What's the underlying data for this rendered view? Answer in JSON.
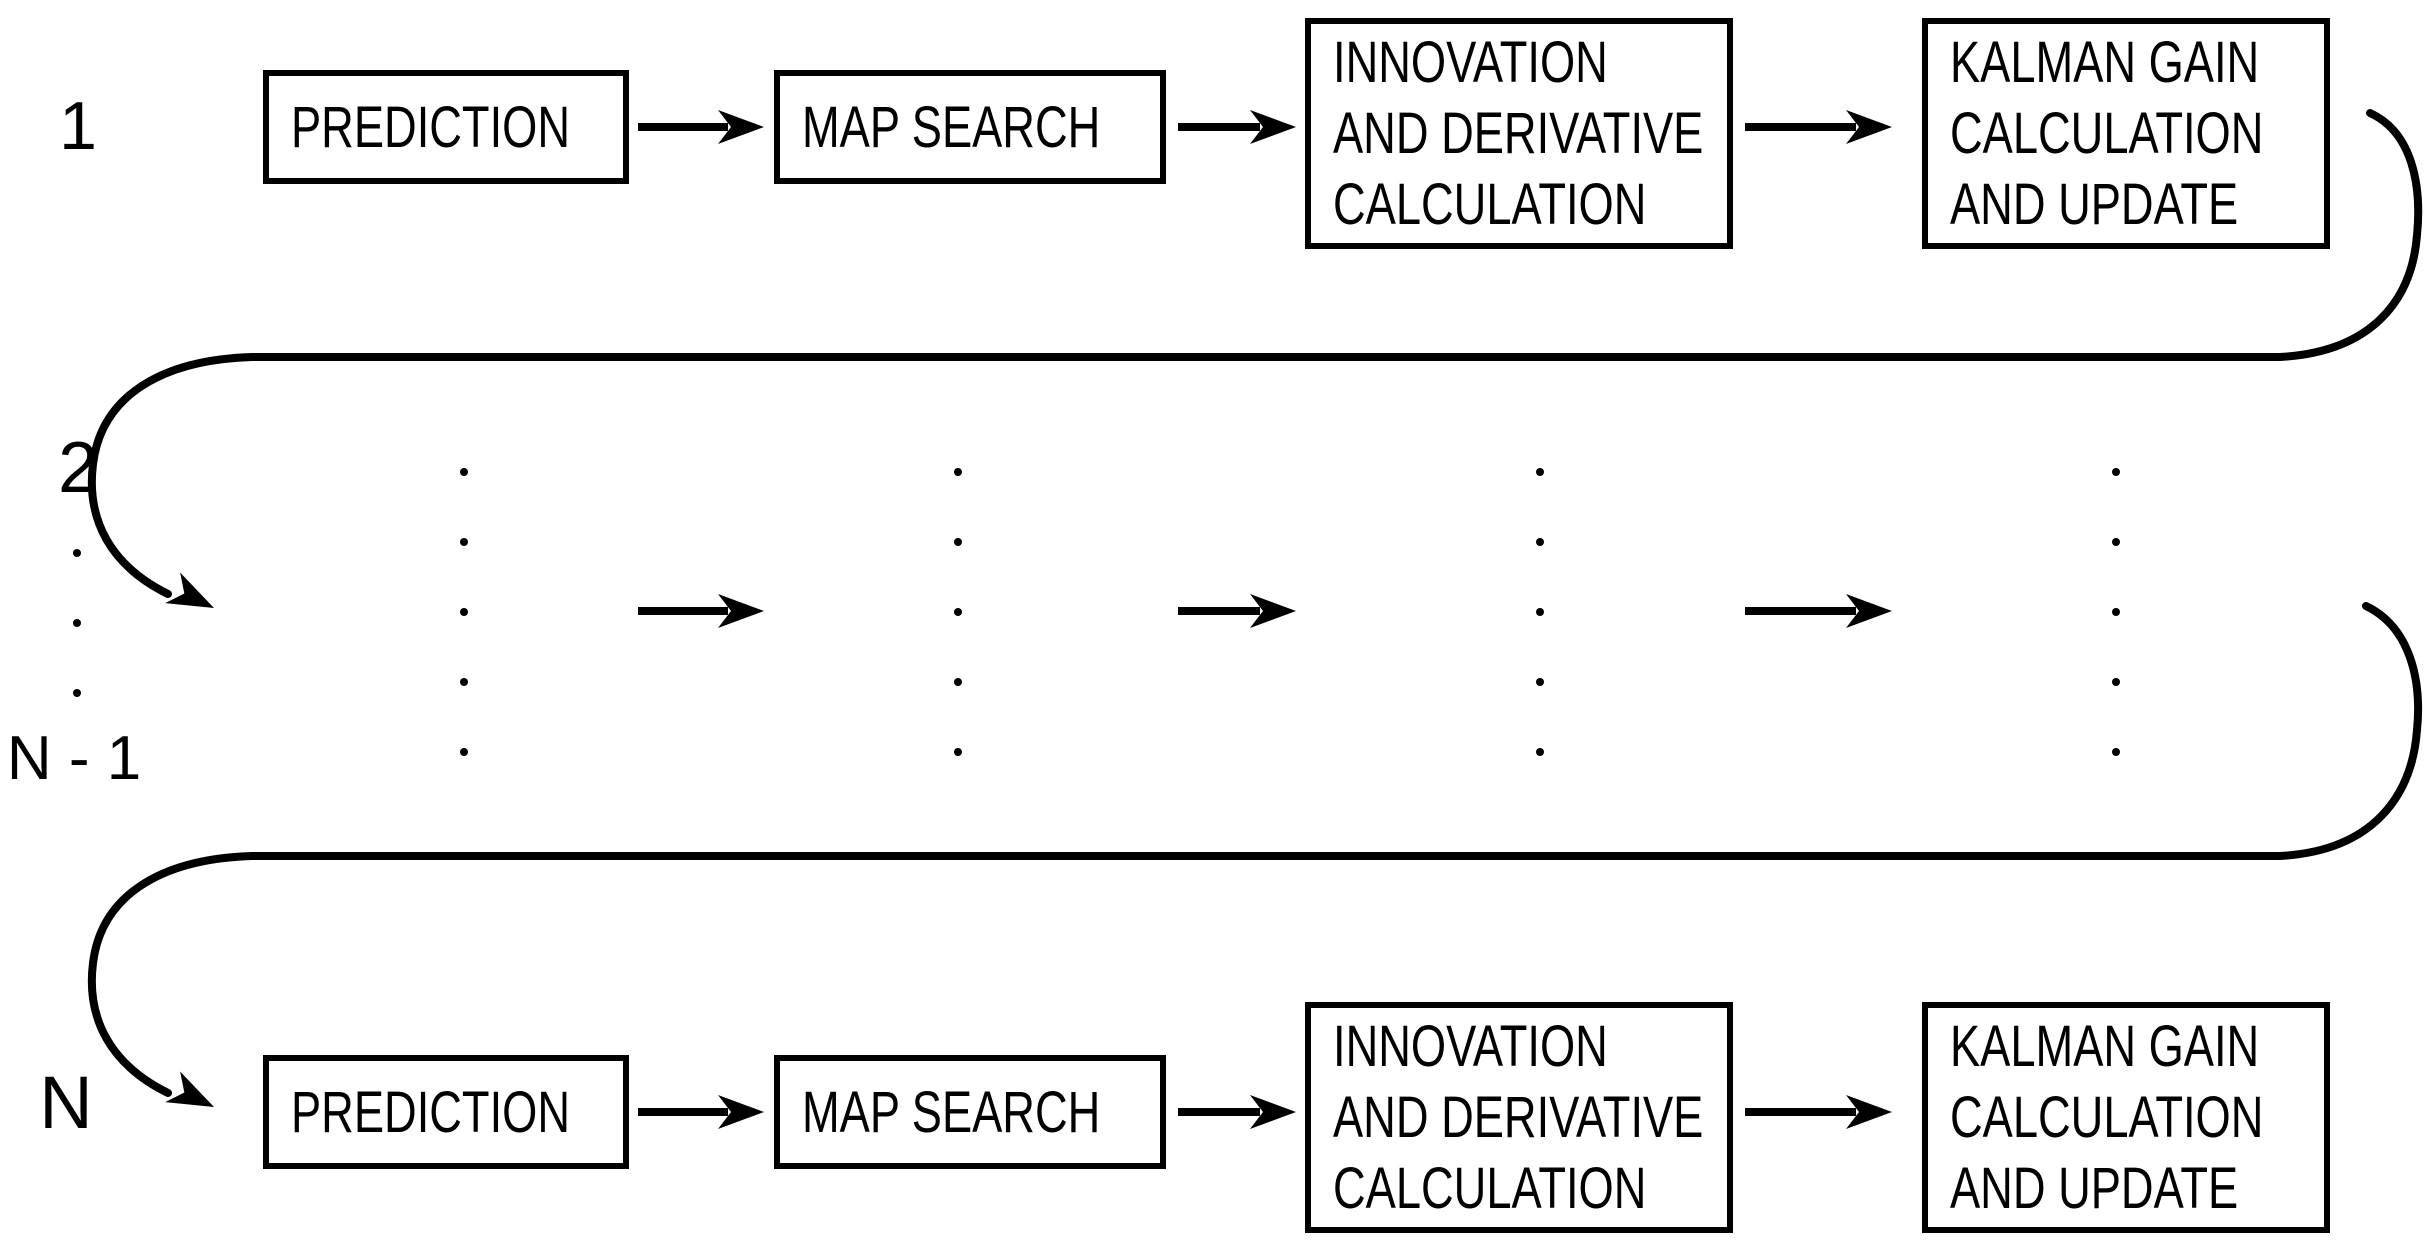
{
  "figure": {
    "type": "flow-diagram",
    "background_color": "#ffffff",
    "stroke_color": "#000000",
    "iteration_labels": {
      "first": "1",
      "second": "2",
      "second_last": "N - 1",
      "last": "N"
    },
    "stages": {
      "prediction": "PREDICTION",
      "map_search": "MAP SEARCH",
      "innovation": [
        "INNOVATION",
        "AND DERIVATIVE",
        "CALCULATION"
      ],
      "kalman": [
        "KALMAN GAIN",
        "CALCULATION",
        "AND UPDATE"
      ]
    },
    "middle_band": {
      "ellipsis_column_count": 4,
      "dots_per_column": 5,
      "label_dot_count": 3
    }
  }
}
